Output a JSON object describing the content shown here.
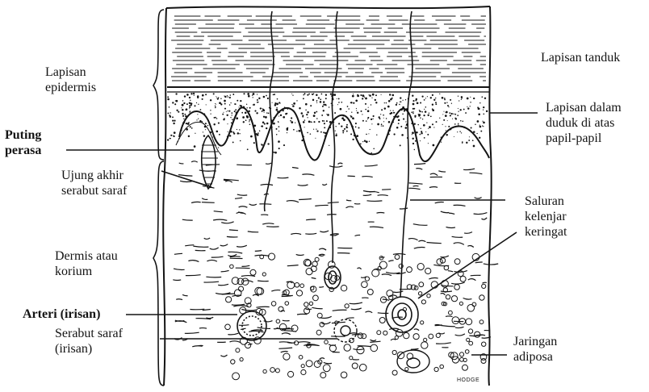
{
  "labels": {
    "lapisan_epidermis": [
      "Lapisan",
      "epidermis"
    ],
    "lapisan_tanduk": [
      "Lapisan tanduk"
    ],
    "puting_perasa": [
      "Puting",
      "perasa"
    ],
    "lapisan_dalam": [
      "Lapisan dalam",
      "duduk di atas",
      "papil-papil"
    ],
    "ujung_akhir": [
      "Ujung akhir",
      "serabut saraf"
    ],
    "saluran": [
      "Saluran",
      "kelenjar",
      "keringat"
    ],
    "dermis": [
      "Dermis atau",
      "korium"
    ],
    "arteri": [
      "Arteri (irisan)"
    ],
    "serabut_saraf_irisan": [
      "Serabut saraf",
      "(irisan)"
    ],
    "jaringan": [
      "Jaringan",
      "adiposa"
    ]
  },
  "signature": "HODGE",
  "colors": {
    "ink": "#141414",
    "background": "#ffffff"
  }
}
